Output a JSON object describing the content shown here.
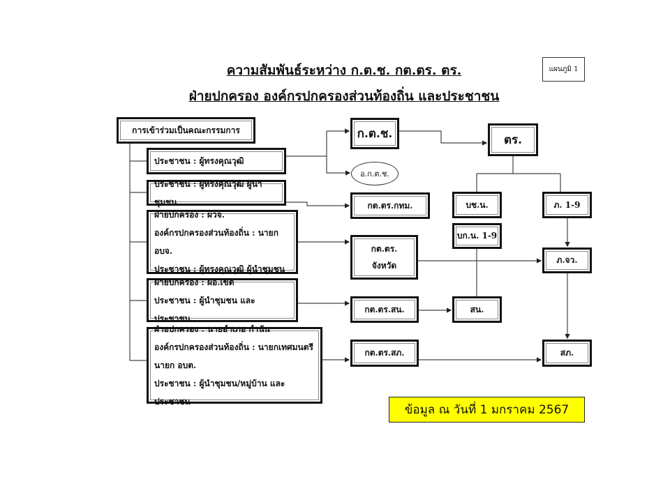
{
  "title": {
    "line1": "ความสัมพันธ์ระหว่าง ก.ต.ช. กต.ตร. ตร.",
    "line2": "ฝ่ายปกครอง องค์กรปกครองส่วนท้องถิ่น และประชาชน"
  },
  "figure_label": "แผนภูมิ 1",
  "committee": {
    "header": "การเข้าร่วมเป็นคณะกรรมการ",
    "groups": [
      {
        "lines": [
          "ประชาชน : ผู้ทรงคุณวุฒิ"
        ]
      },
      {
        "lines": [
          "ประชาชน : ผู้ทรงคุณวุฒิ  ผู้นำชุมชน"
        ]
      },
      {
        "lines": [
          "ฝ่ายปกครอง :  ผวจ.",
          "องค์กรปกครองส่วนท้องถิ่น : นายก อบจ.",
          "ประชาชน  : ผู้ทรงคุณวุฒิ  ผู้นำชุมชน"
        ]
      },
      {
        "lines": [
          "ฝ่ายปกครอง :  ผอ.เขต",
          "ประชาชน  : ผู้นำชุมชน และประชาชน"
        ]
      },
      {
        "lines": [
          "ฝ่ายปกครอง :  นายอำเภอ กำนัน",
          "องค์กรปกครองส่วนท้องถิ่น : นายกเทศมนตรี",
          "นายก อบต.",
          "ประชาชน  : ผู้นำชุมชน/หมู่บ้าน และประชาชน"
        ]
      }
    ]
  },
  "boards": {
    "kt_ch": "ก.ต.ช.",
    "o_kt_ch": "อ.ก.ต.ช.",
    "ktr_bkk": "กต.ตร.กทม.",
    "ktr_prov_1": "กต.ตร.",
    "ktr_prov_2": "จังหวัด",
    "ktr_sn": "กต.ตร.สน.",
    "ktr_sp": "กต.ตร.สภ."
  },
  "police": {
    "tr": "ตร.",
    "bchn": "บช.น.",
    "p19": "ภ. 1-9",
    "bkn19": "บก.น. 1-9",
    "pjw": "ภ.จว.",
    "sn": "สน.",
    "sp": "สภ."
  },
  "note": "ข้อมูล ณ วันที่ 1 มกราคม 2567"
}
